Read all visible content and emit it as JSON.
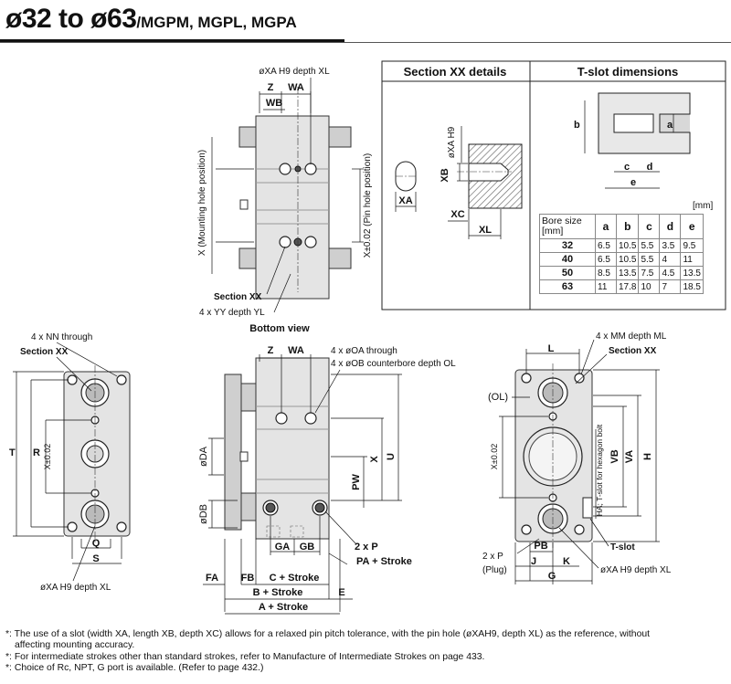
{
  "title": {
    "main": "ø32 to ø63",
    "models": "/MGPM, MGPL, MGPA"
  },
  "section_panel": {
    "header_left": "Section XX details",
    "header_right": "T-slot dimensions",
    "unit": "[mm]",
    "table": {
      "headers": [
        "Bore size\n[mm]",
        "a",
        "b",
        "c",
        "d",
        "e"
      ],
      "rows": [
        [
          "32",
          "6.5",
          "10.5",
          "5.5",
          "3.5",
          "9.5"
        ],
        [
          "40",
          "6.5",
          "10.5",
          "5.5",
          "4",
          "11"
        ],
        [
          "50",
          "8.5",
          "13.5",
          "7.5",
          "4.5",
          "13.5"
        ],
        [
          "63",
          "11",
          "17.8",
          "10",
          "7",
          "18.5"
        ]
      ]
    },
    "labels": {
      "xa": "XA",
      "xb": "XB",
      "xc": "XC",
      "xl": "XL",
      "oxah9": "øXA H9",
      "a": "a",
      "b": "b",
      "c": "c",
      "d": "d",
      "e": "e"
    }
  },
  "bottom_view": {
    "caption": "Bottom view",
    "top_label": "øXA H9 depth XL",
    "z": "Z",
    "wa": "WA",
    "wb": "WB",
    "x_mount": "X (Mounting hole position)",
    "x_pin": "X±0.02 (Pin hole position)",
    "section_xx": "Section XX",
    "yy": "4 x YY depth YL"
  },
  "left_view": {
    "nn": "4 x NN through",
    "section_xx": "Section XX",
    "t": "T",
    "r": "R",
    "x002": "X±0.02",
    "q": "Q",
    "s": "S",
    "xa": "øXA H9 depth XL"
  },
  "side_view": {
    "z": "Z",
    "wa": "WA",
    "oa": "4 x øOA through",
    "ob": "4 x øOB counterbore depth OL",
    "da": "øDA",
    "db": "øDB",
    "x": "X",
    "u": "U",
    "pw": "PW",
    "ga": "GA",
    "gb": "GB",
    "p": "2 x P",
    "pa": "PA + Stroke",
    "fa": "FA",
    "fb": "FB",
    "c": "C + Stroke",
    "b": "B + Stroke",
    "e": "E",
    "a": "A + Stroke"
  },
  "right_view": {
    "l": "L",
    "mm": "4 x MM depth ML",
    "section_xx": "Section XX",
    "ol": "(OL)",
    "x002": "X±0.02",
    "va": "VA",
    "vb": "VB",
    "h": "H",
    "ha": "HA; T-slot for hexagon bolt",
    "p": "2 x P",
    "plug": "(Plug)",
    "pb": "PB",
    "j": "J",
    "k": "K",
    "g": "G",
    "tslot": "T-slot",
    "xa": "øXA H9 depth XL"
  },
  "notes": [
    "*: The use of a slot (width XA, length XB, depth XC) allows for a relaxed pin pitch tolerance, with the pin hole (øXAH9, depth XL) as the reference, without",
    "affecting mounting accuracy.",
    "*: For intermediate strokes other than standard strokes, refer to Manufacture of Intermediate Strokes on page 433.",
    "*: Choice of Rc, NPT, G port is available. (Refer to page 432.)"
  ]
}
